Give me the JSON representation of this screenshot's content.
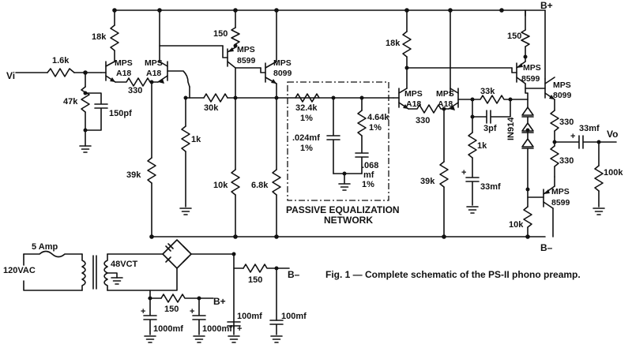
{
  "caption": "Fig. 1 — Complete schematic of the PS-II phono preamp.",
  "nodes": {
    "input": "Vi",
    "output": "Vo",
    "bplus_top": "B+",
    "bminus_bottom": "B–",
    "psu_bplus": "B+",
    "psu_bminus": "B–"
  },
  "network": {
    "label_line1": "PASSIVE EQUALIZATION",
    "label_line2": "NETWORK"
  },
  "components": {
    "r_in": "1.6k",
    "r_47k": "47k",
    "c_150pf": "150pf",
    "r_18k_left": "18k",
    "q1": [
      "MPS",
      "A18"
    ],
    "q2": [
      "MPS",
      "A18"
    ],
    "r_330_left": "330",
    "r_150_left": "150",
    "q3": [
      "MPS",
      "8599"
    ],
    "q4": [
      "MPS",
      "8099"
    ],
    "r_30k": "30k",
    "r_1k_left": "1k",
    "r_39k_left": "39k",
    "r_10k_left": "10k",
    "r_68k": "6.8k",
    "r_324k": [
      "32.4k",
      "1%"
    ],
    "r_464k": [
      "4.64k",
      "1%"
    ],
    "c_024": [
      ".024mf",
      "1%"
    ],
    "c_068": [
      ".068",
      "mf",
      "1%"
    ],
    "r_18k_right": "18k",
    "q5": [
      "MPS",
      "A18"
    ],
    "q6": [
      "MPS",
      "A18"
    ],
    "r_330_right": "330",
    "r_150_right": "150",
    "q7": [
      "MPS",
      "8599"
    ],
    "q8": [
      "MPS",
      "8099"
    ],
    "r_33k": "33k",
    "c_3pf": "3pf",
    "r_1k_right": "1k",
    "c_33mf_left": "33mf",
    "r_39k_right": "39k",
    "diodes": "IN914",
    "r_330_up": "330",
    "r_330_down": "330",
    "c_33mf_out": "33mf",
    "r_100k": "100k",
    "q9": [
      "MPS",
      "8599"
    ],
    "r_10k_right": "10k",
    "psu_fuse": "5 Amp",
    "psu_mains": "120VAC",
    "psu_xfmr": "48VCT",
    "psu_r150_top": "150",
    "psu_r150_bot": "150",
    "psu_c1000_a": "1000mf",
    "psu_c1000_b": "1000mf",
    "psu_c100_a": "100mf",
    "psu_c100_b": "100mf"
  }
}
